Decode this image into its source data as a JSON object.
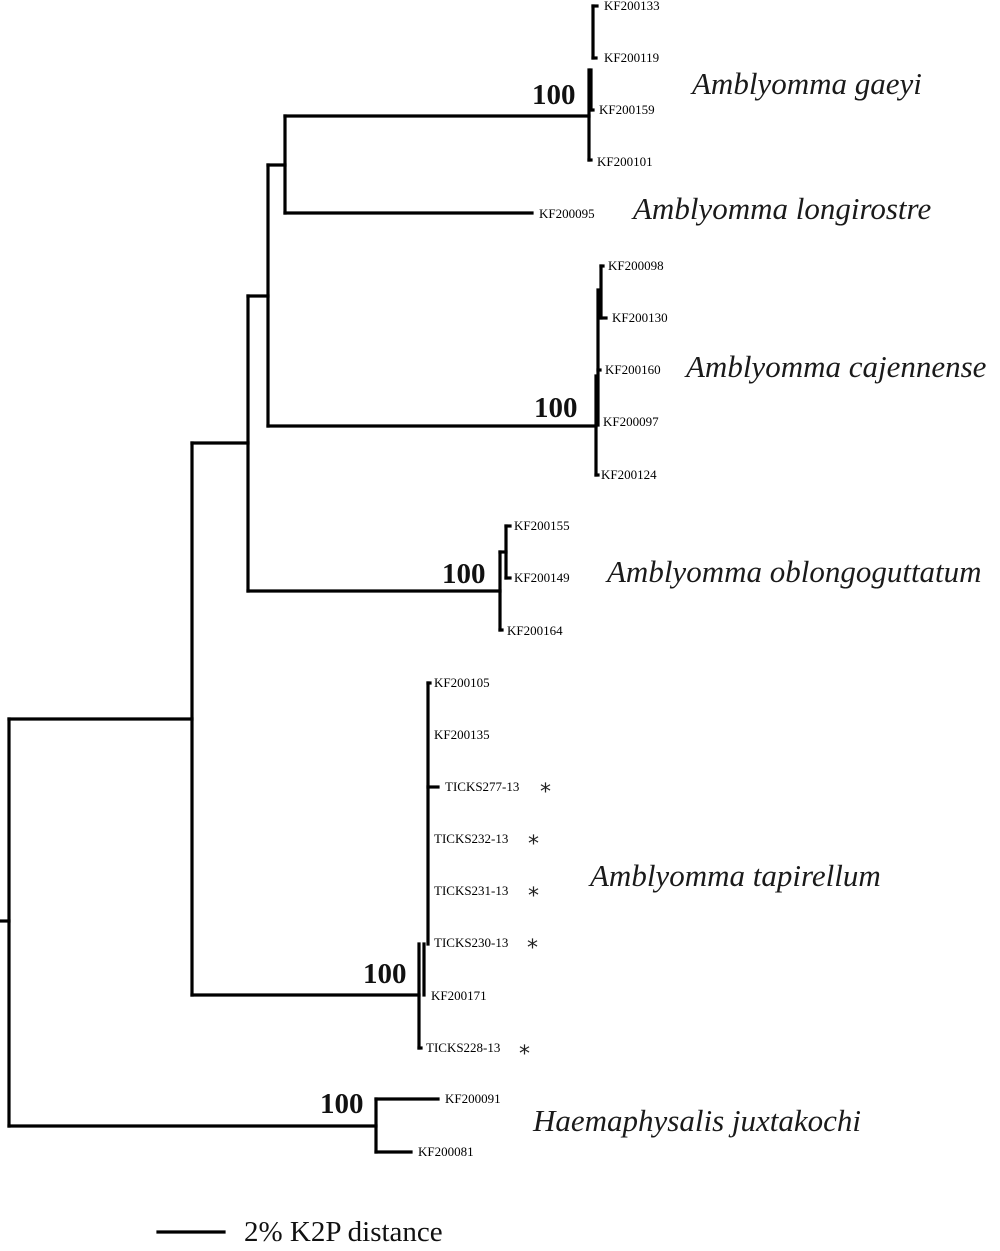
{
  "tree": {
    "leaves": [
      {
        "id": "l1",
        "label": "KF200133"
      },
      {
        "id": "l2",
        "label": "KF200119"
      },
      {
        "id": "l3",
        "label": "KF200159"
      },
      {
        "id": "l4",
        "label": "KF200101"
      },
      {
        "id": "l5",
        "label": "KF200095"
      },
      {
        "id": "l6",
        "label": "KF200098"
      },
      {
        "id": "l7",
        "label": "KF200130"
      },
      {
        "id": "l8",
        "label": "KF200160"
      },
      {
        "id": "l9",
        "label": "KF200097"
      },
      {
        "id": "l10",
        "label": "KF200124"
      },
      {
        "id": "l11",
        "label": "KF200155"
      },
      {
        "id": "l12",
        "label": "KF200149"
      },
      {
        "id": "l13",
        "label": "KF200164"
      },
      {
        "id": "l14",
        "label": "KF200105"
      },
      {
        "id": "l15",
        "label": "KF200135"
      },
      {
        "id": "l16",
        "label": "TICKS277-13",
        "marked": true
      },
      {
        "id": "l17",
        "label": "TICKS232-13",
        "marked": true
      },
      {
        "id": "l18",
        "label": "TICKS231-13",
        "marked": true
      },
      {
        "id": "l19",
        "label": "TICKS230-13",
        "marked": true
      },
      {
        "id": "l20",
        "label": "KF200171"
      },
      {
        "id": "l21",
        "label": "TICKS228-13",
        "marked": true
      },
      {
        "id": "l22",
        "label": "KF200091"
      },
      {
        "id": "l23",
        "label": "KF200081"
      }
    ],
    "clades": [
      {
        "id": "gaeyi",
        "name": "Amblyomma gaeyi",
        "support": "100"
      },
      {
        "id": "longirostre",
        "name": "Amblyomma longirostre"
      },
      {
        "id": "cajennense",
        "name": "Amblyomma cajennense",
        "support": "100"
      },
      {
        "id": "oblongo",
        "name": "Amblyomma oblongoguttatum",
        "support": "100"
      },
      {
        "id": "tapirellum",
        "name": "Amblyomma tapirellum",
        "support": "100"
      },
      {
        "id": "haema",
        "name": "Haemaphysalis juxtakochi",
        "support": "100"
      }
    ],
    "marker_symbol": "*"
  },
  "scale_bar": {
    "label": "2% K2P distance",
    "distance_percent": 2
  }
}
